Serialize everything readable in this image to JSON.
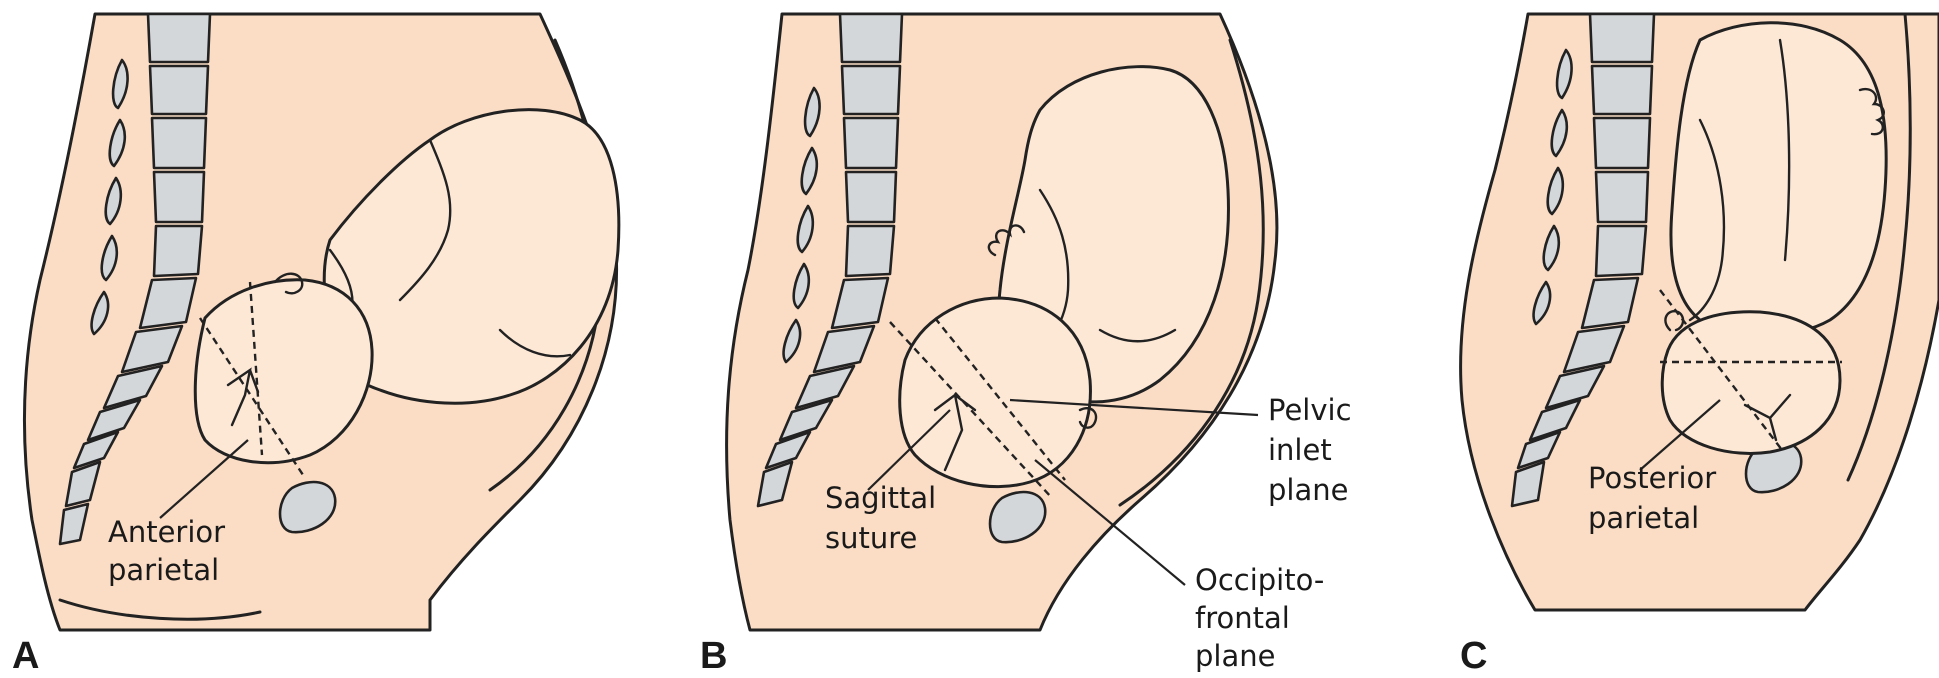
{
  "panels": [
    {
      "id": "A",
      "letter": "A",
      "labels": {
        "label_1_line_1": "Anterior",
        "label_1_line_2": "parietal"
      }
    },
    {
      "id": "B",
      "letter": "B",
      "labels": {
        "sagittal_line_1": "Sagittal",
        "sagittal_line_2": "suture",
        "pelvic_line_1": "Pelvic",
        "pelvic_line_2": "inlet",
        "pelvic_line_3": "plane",
        "occipito_line_1": "Occipito-",
        "occipito_line_2": "frontal",
        "occipito_line_3": "plane"
      }
    },
    {
      "id": "C",
      "letter": "C",
      "labels": {
        "label_1_line_1": "Posterior",
        "label_1_line_2": "parietal"
      }
    }
  ],
  "colors": {
    "skin": "#fbdcc4",
    "fetus": "#fde8d6",
    "bone": "#d4d7da",
    "outline": "#222222"
  }
}
